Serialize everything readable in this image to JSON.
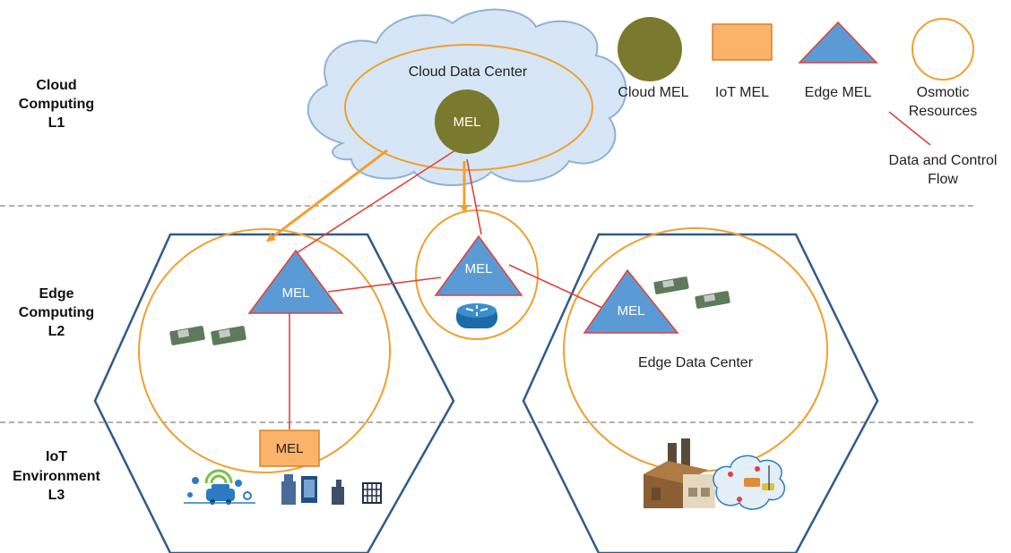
{
  "layers": {
    "l1": [
      "Cloud",
      "Computing",
      "L1"
    ],
    "l2": [
      "Edge",
      "Computing",
      "L2"
    ],
    "l3": [
      "IoT",
      "Environment",
      "L3"
    ]
  },
  "cloud": {
    "title": "Cloud Data Center",
    "mel": "MEL"
  },
  "edge_router": {
    "mel": "MEL"
  },
  "left_edge": {
    "mel": "MEL",
    "iot_mel": "MEL"
  },
  "right_edge": {
    "title": "Edge Data Center",
    "mel": "MEL"
  },
  "legend": {
    "cloud_mel": "Cloud MEL",
    "iot_mel": "IoT MEL",
    "edge_mel": "Edge MEL",
    "osmotic": [
      "Osmotic",
      "Resources"
    ],
    "flow": [
      "Data and Control",
      "Flow"
    ]
  },
  "colors": {
    "cloud_mel": "#7a7a2e",
    "iot_mel": "#fbb36a",
    "edge_mel": "#5b9bd5",
    "osmotic": "#f0a030",
    "flow": "#e0413a",
    "hexagon": "#2f5b8a",
    "cloud_fill": "#d6e6f6"
  }
}
